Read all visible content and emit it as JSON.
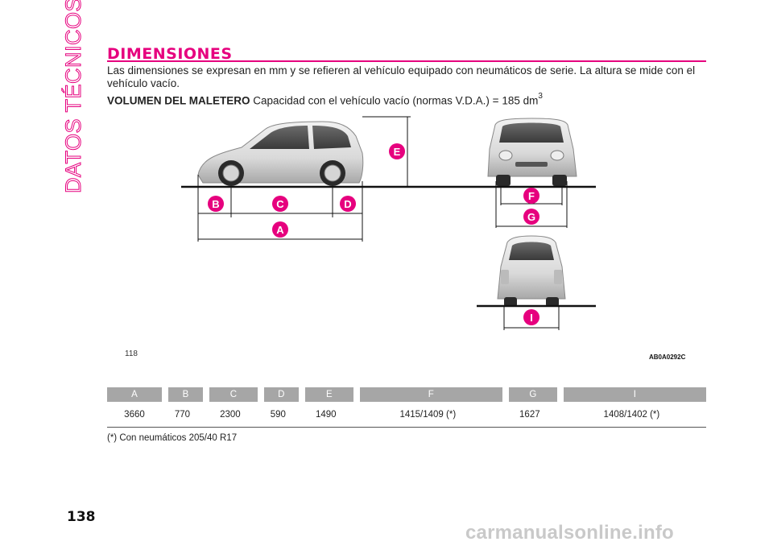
{
  "chapter_tab": "DATOS TÉCNICOS",
  "section_title": "DIMENSIONES",
  "intro_text": "Las dimensiones se expresan en mm y se refieren al vehículo equipado con neumáticos de serie. La altura se mide con el vehículo vacío.",
  "trunk": {
    "label": "VOLUMEN DEL MALETERO",
    "text": "Capacidad con el vehículo vacío (normas V.D.A.) = 185 dm",
    "unit_superscript": "3"
  },
  "figure": {
    "number": "118",
    "code": "AB0A0292C",
    "markers": [
      "A",
      "B",
      "C",
      "D",
      "E",
      "F",
      "G",
      "I"
    ],
    "accent_color": "#e6007e"
  },
  "table": {
    "headers": [
      "A",
      "B",
      "C",
      "D",
      "E",
      "F",
      "G",
      "I"
    ],
    "values": [
      "3660",
      "770",
      "2300",
      "590",
      "1490",
      "1415/1409 (*)",
      "1627",
      "1408/1402 (*)"
    ]
  },
  "footnote": "(*) Con neumáticos 205/40 R17",
  "page_number": "138",
  "watermark": "carmanualsonline.info"
}
